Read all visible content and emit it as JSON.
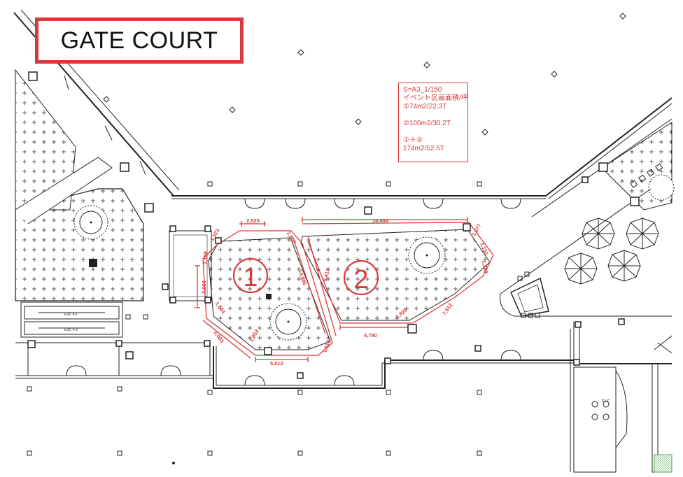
{
  "title": "GATE COURT",
  "note": {
    "scale": "S=A3_1/150",
    "heading": "イベント区画面積/坪",
    "area1": "①74m2/22.3T",
    "area2": "②100m2/30.2T",
    "sum_label": "①＋②",
    "sum_value": "174m2/52.5T"
  },
  "zones": {
    "zone1": "1",
    "zone2": "2"
  },
  "dimensions": {
    "top1": "2,525",
    "top2": "14,484",
    "left_upper": "1,523",
    "left_upper2": "2,159",
    "left_mid": "3,660",
    "left_lower": "1,504",
    "left_bottom": "5,003",
    "bottom_short": "1,853",
    "bottom1": "5,012",
    "bottom_diag": "1,510",
    "middle_diag": "10,806",
    "middle_short": "6,417",
    "mid_top": "1,503",
    "right_top": "1,677",
    "right_upper": "1,155",
    "right_mid": "1,289",
    "right_diag": "7,612",
    "right_bottom": "1,928",
    "bottom2": "5,780"
  },
  "escalators": {
    "upper": "ESC 4-1",
    "lower": "ESC 4-2"
  },
  "ev_label": "EV-C"
}
